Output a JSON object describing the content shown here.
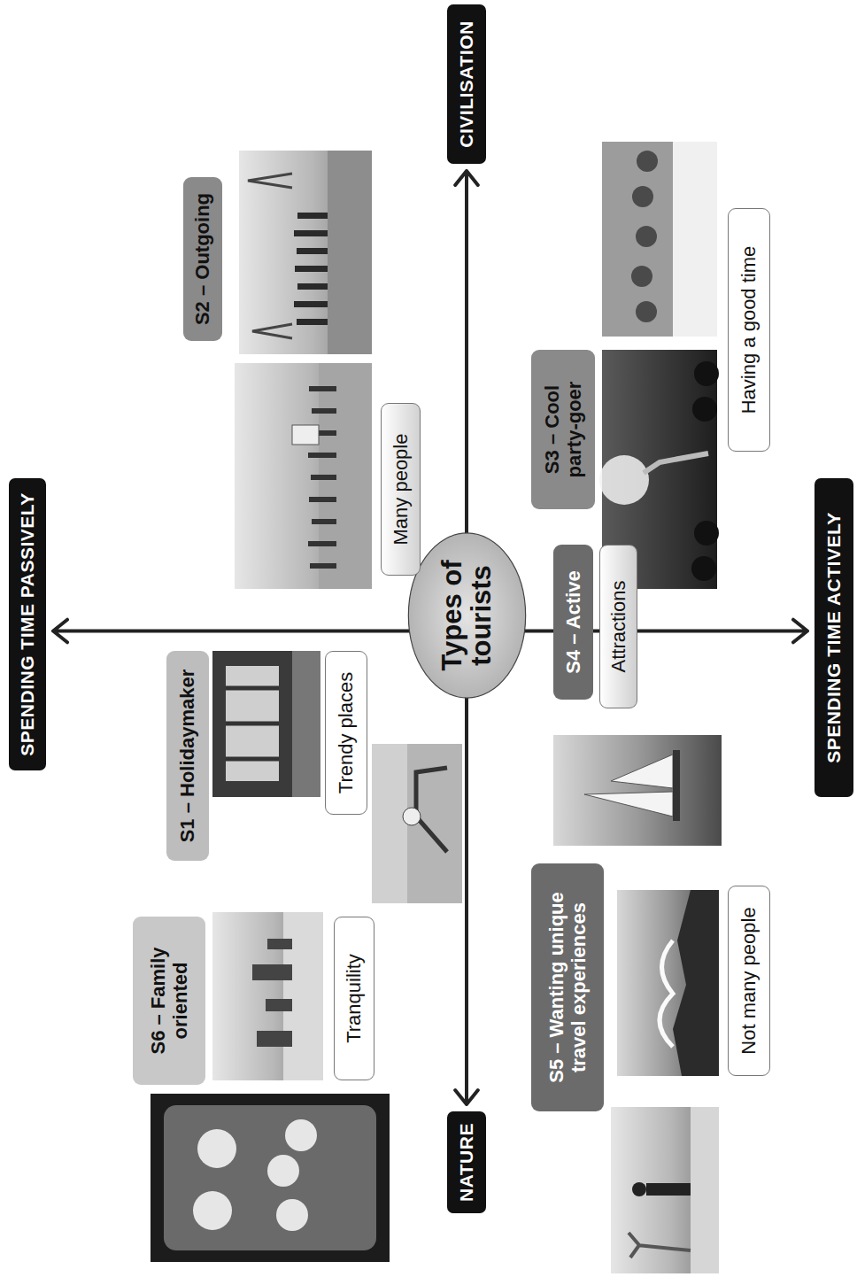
{
  "diagram": {
    "nodes": [
      {
        "text": [
          "SPENDING TIME PASSIVELY"
        ]
      },
      {
        "text": [
          "NATURE"
        ]
      },
      {
        "text": [
          "Types of tourists"
        ]
      },
      {
        "text": [
          "CIVILISATION"
        ]
      },
      {
        "text": [
          "SPENDING TIME ACTIVELY"
        ]
      },
      {
        "text": [
          "S1 – Holidaymaker"
        ]
      },
      {
        "text": [
          "Trendy places"
        ]
      },
      {
        "text": [
          "S2 – Outgoing"
        ]
      },
      {
        "text": [
          "Many people"
        ]
      },
      {
        "text": [
          "S3 – Cool party-goer"
        ]
      },
      {
        "text": [
          "Having a good time"
        ]
      },
      {
        "text": [
          "S4 – Active"
        ]
      },
      {
        "text": [
          "Attractions"
        ]
      },
      {
        "text": [
          "S5 – Wanting unique travel experiences"
        ]
      },
      {
        "text": [
          "Not many people"
        ]
      },
      {
        "text": [
          "S6 – Family oriented"
        ]
      },
      {
        "text": [
          "Tranquility"
        ]
      }
    ],
    "edges": [
      {
        "from": 1,
        "to": 3,
        "arrow": "both"
      },
      {
        "from": 0,
        "to": 4,
        "arrow": "both"
      }
    ]
  }
}
